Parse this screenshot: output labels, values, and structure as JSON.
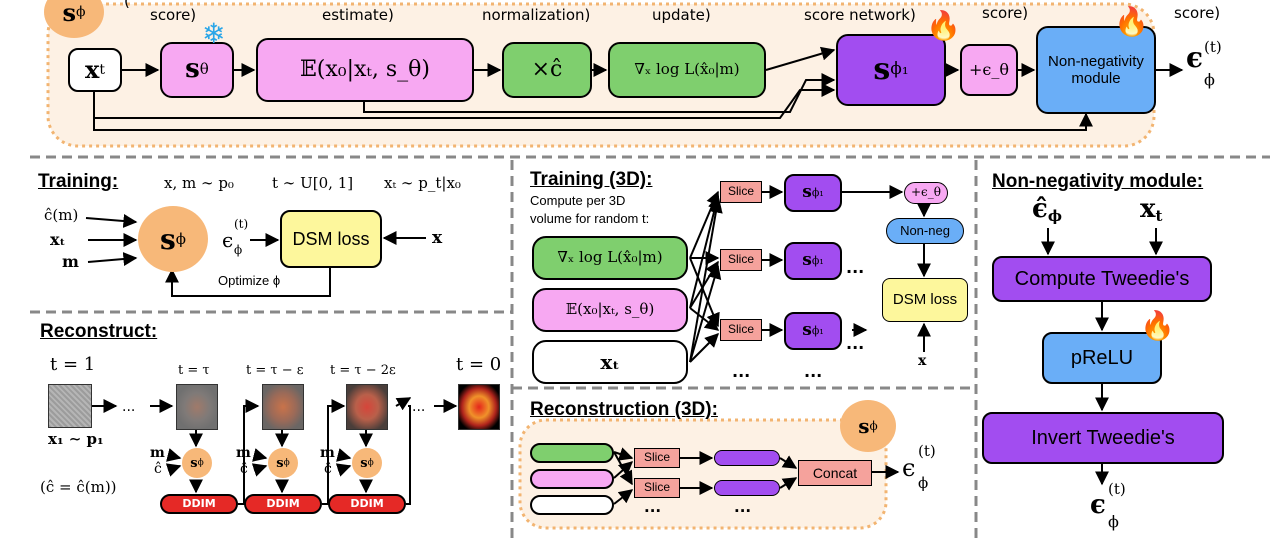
{
  "top": {
    "top_label_frag": "(",
    "score_labels": [
      "score)",
      "estimate)",
      "normalization)",
      "update)",
      "score network)",
      "score)",
      "score)"
    ],
    "s_phi": "s",
    "s_phi_sub": "ϕ",
    "xt": "x",
    "xt_sub": "t",
    "s_theta": "s",
    "s_theta_sub": "θ",
    "expect": "𝔼(x₀|xₜ, s_θ)",
    "times_c": "×ĉ",
    "grad": "∇ₓ log L(x̂₀|m)",
    "s_phi1": "s",
    "s_phi1_sub": "ϕ₁",
    "plus_eps": "+ϵ_θ",
    "nonneg": "Non-negativity module",
    "out_eps": "ϵ",
    "out_sup": "(t)",
    "out_sub": "ϕ"
  },
  "training": {
    "header": "Training:",
    "sample1": "x, m ∼ p₀",
    "sample2": "t ∼ U[0, 1]",
    "sample3": "xₜ ∼ p_t|x₀",
    "in1": "ĉ(m)",
    "in2": "xₜ",
    "in3": "m",
    "s_phi": "s",
    "s_phi_sub": "ϕ",
    "eps": "ϵ",
    "eps_sup": "(t)",
    "eps_sub": "ϕ",
    "dsm": "DSM loss",
    "x": "x",
    "optimize": "Optimize ϕ"
  },
  "training3d": {
    "header": "Training (3D):",
    "note1": "Compute per 3D",
    "note2": "volume for random t:",
    "grad": "∇ₓ log L(x̂₀|m)",
    "expect": "𝔼(x₀|xₜ, s_θ)",
    "xt": "xₜ",
    "slice": "Slice",
    "s_phi1": "s",
    "s_phi1_sub": "ϕ₁",
    "plus_eps": "+ϵ_θ",
    "nonneg": "Non-neg",
    "dsm": "DSM loss",
    "x": "x",
    "dots": "..."
  },
  "nonneg_module": {
    "header": "Non-negativity module:",
    "in1": "ϵ̂",
    "in1_sub": "ϕ",
    "in2": "x",
    "in2_sub": "t",
    "compute": "Compute Tweedie's",
    "prelu": "pReLU",
    "invert": "Invert Tweedie's",
    "out": "ϵ",
    "out_sup": "(t)",
    "out_sub": "ϕ"
  },
  "reconstruct": {
    "header": "Reconstruct:",
    "t1": "t = 1",
    "t_tau": "t = τ",
    "t_tau_eps": "t = τ − ε",
    "t_tau_2eps": "t = τ − 2ε",
    "t0": "t = 0",
    "x1": "x₁ ∼ p₁",
    "c_def": "(ĉ = ĉ(m))",
    "m": "m",
    "c": "ĉ",
    "s_phi": "s",
    "s_phi_sub": "ϕ",
    "ddim": "DDIM",
    "dots": "..."
  },
  "recon3d": {
    "header": "Reconstruction (3D):",
    "slice": "Slice",
    "concat": "Concat",
    "s_phi": "s",
    "s_phi_sub": "ϕ",
    "eps": "ϵ",
    "eps_sup": "(t)",
    "eps_sub": "ϕ",
    "dots": "..."
  },
  "colors": {
    "pink": "#f7a8f2",
    "green": "#7fcf6e",
    "purple": "#a24df0",
    "blue": "#6aaef7",
    "yellow": "#fdf79c",
    "orange": "#f7b879",
    "salmon": "#f5a29c",
    "red": "#e52926",
    "panel_bg": "#fdf1e4"
  },
  "icons": [
    "snowflake-icon",
    "fire-icon"
  ]
}
